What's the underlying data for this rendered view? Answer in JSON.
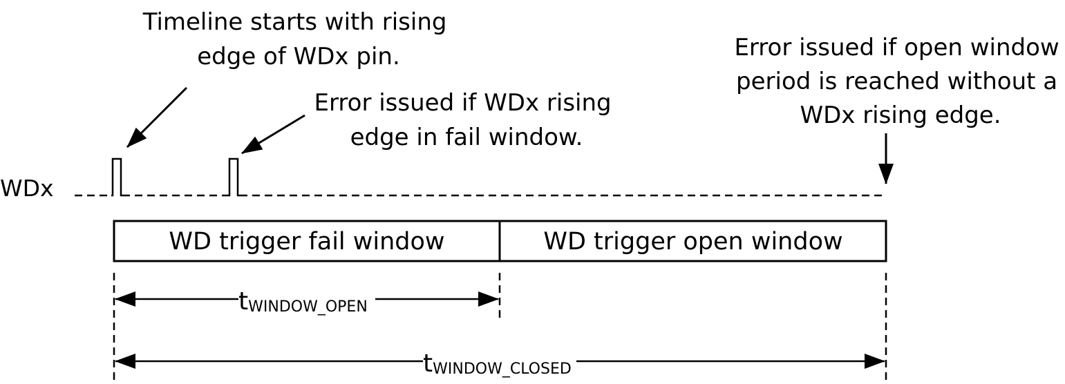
{
  "signal": {
    "name": "WDx"
  },
  "annotations": {
    "timeline_start": [
      "Timeline starts with rising",
      "edge of WDx pin."
    ],
    "fail_window_error": [
      "Error issued if WDx rising",
      "edge in fail window."
    ],
    "open_window_error": [
      "Error issued if open window",
      "period is reached without a",
      "WDx rising edge."
    ]
  },
  "windows": {
    "fail": "WD trigger fail window",
    "open": "WD trigger open window"
  },
  "dimensions": {
    "window_open": {
      "symbol": "t",
      "subscript": "WINDOW_OPEN"
    },
    "window_closed": {
      "symbol": "t",
      "subscript": "WINDOW_CLOSED"
    }
  },
  "colors": {
    "stroke": "#000000",
    "background": "#ffffff"
  }
}
